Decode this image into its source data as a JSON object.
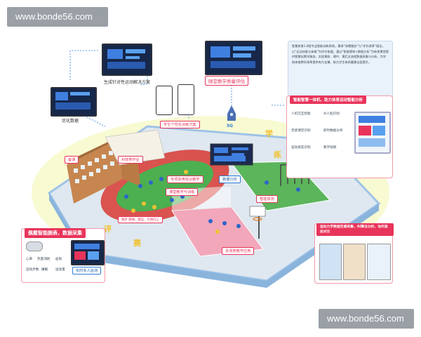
{
  "watermark": {
    "top": "www.bonde56.com",
    "bottom": "www.bonde56.com"
  },
  "top_labels": {
    "solution": "生成针对性运动解决方案",
    "quality_eval": "随堂教学质量评估",
    "optimize": "优化数据"
  },
  "infobox": {
    "text": "智慧体育1.0版专业智能训练系统，秉承“体教融合”与“评价改革”理念，以“运动技能与体能”为评价依据，通过“智能感知+数据分析”为体育课堂提供智慧化教学服务，实现课前、课中、课后全流程数据采集与分析，为学校体育教学改革提供有力支撑，助力学生体质健康全面提升。"
  },
  "analysis_card": {
    "title": "智能智慧一体机，助力体育运动智能分析",
    "items": [
      "人机交互智能",
      "AI人脸识别",
      "无感课堂识别",
      "即时数据分析",
      "运动姿态识别",
      "教学视频"
    ]
  },
  "scene_labels": {
    "ai_homework": "AI体育作业",
    "personal_plan": "学生个性化训练方案",
    "class_teaching": "课堂教学与训练",
    "pe_teaching": "专项体育组合教学",
    "data_analysis": "数据分析",
    "smart_test": "智能体测",
    "rope_tags": "跑步 跳绳、跳远、引体向上",
    "multi_scene": "多场景教学应用",
    "class_left": "备课",
    "ai_measure": "运动力学数据无感采集，AI算法分析，动作姿态对比"
  },
  "wearable_card": {
    "title": "佩戴智能腕表，数据采集",
    "metrics": [
      "心率",
      "热量消耗",
      "血氧",
      "运动步数",
      "睡眠",
      "运动量"
    ],
    "footer": "实时多人监测"
  },
  "motion_card": {
    "title": "运动力学数据无感采集，AI算法分析，动作姿态对比"
  },
  "rocket": {
    "badge": "5G"
  },
  "track_words": [
    "学",
    "练",
    "评",
    "赛"
  ],
  "colors": {
    "accent_red": "#e8345a",
    "track": "#d9534f",
    "field_green": "#4caf50",
    "platform": "#dfe8f0",
    "glow": "#f0f060"
  }
}
